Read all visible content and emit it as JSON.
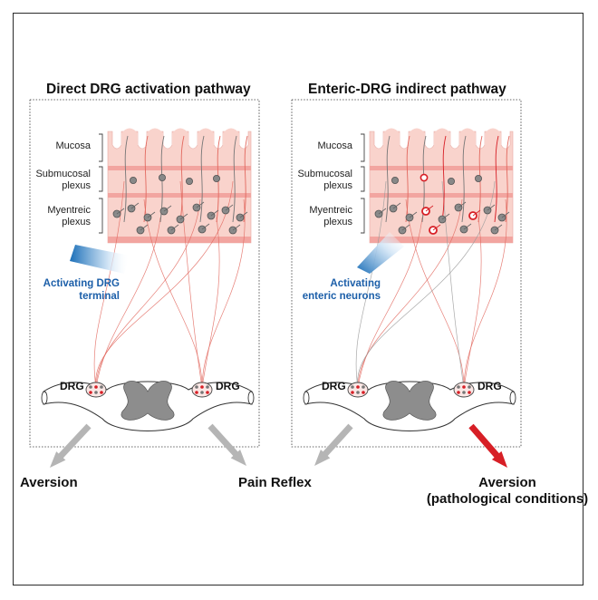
{
  "panels": {
    "left": {
      "title": "Direct DRG activation pathway",
      "layers": {
        "mucosa": "Mucosa",
        "submucosal_1": "Submucosal",
        "submucosal_2": "plexus",
        "myenteric_1": "Myentreic",
        "myenteric_2": "plexus"
      },
      "activation_1": "Activating DRG",
      "activation_2": "terminal",
      "drg_left": "DRG",
      "drg_right": "DRG"
    },
    "right": {
      "title": "Enteric-DRG indirect pathway",
      "layers": {
        "mucosa": "Mucosa",
        "submucosal_1": "Submucosal",
        "submucosal_2": "plexus",
        "myenteric_1": "Myentreic",
        "myenteric_2": "plexus"
      },
      "activation_1": "Activating",
      "activation_2": "enteric neurons",
      "drg_left": "DRG",
      "drg_right": "DRG"
    }
  },
  "outcomes": {
    "aversion": "Aversion",
    "pain_reflex": "Pain Reflex",
    "aversion_patho_1": "Aversion",
    "aversion_patho_2": "(pathological conditions)"
  },
  "colors": {
    "tissue": "#f9d3cc",
    "tissue_band": "#f2a5a0",
    "neuron": "#6e6e6e",
    "active_neuron": "#d71f26",
    "fiber": "#e2695f",
    "grey_matter": "#8d8d8d",
    "light_beam": "#1b6fb8",
    "arrow_grey": "#b5b5b5",
    "arrow_red": "#d71f26",
    "activation_text": "#1c5fa9"
  },
  "icons": {
    "light_source": "light-beam-icon",
    "outcome_arrow": "arrow-down-icon"
  }
}
